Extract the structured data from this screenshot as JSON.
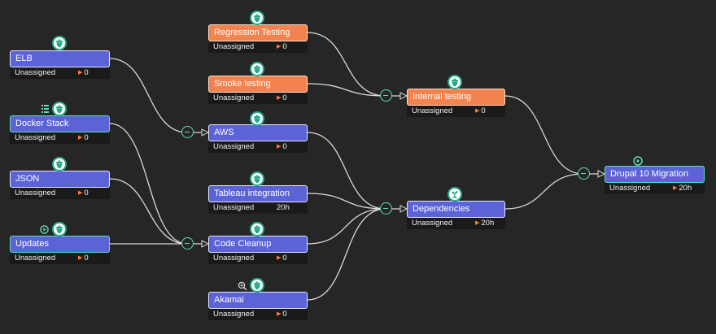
{
  "nodes": {
    "elb": {
      "title": "ELB",
      "assignee": "Unassigned",
      "estimate": "0",
      "estimate_marker": "▶",
      "status_icon": "acorn-icon"
    },
    "docker": {
      "title": "Docker Stack",
      "assignee": "Unassigned",
      "estimate": "0",
      "estimate_marker": "▶",
      "status_icon": "acorn-icon",
      "extra_icon": "list-icon"
    },
    "json": {
      "title": "JSON",
      "assignee": "Unassigned",
      "estimate": "0",
      "estimate_marker": "▶",
      "status_icon": "acorn-icon"
    },
    "updates": {
      "title": "Updates",
      "assignee": "Unassigned",
      "estimate": "0",
      "estimate_marker": "▶",
      "status_icon": "acorn-icon",
      "extra_icon": "play-icon"
    },
    "regression": {
      "title": "Regression Testing",
      "assignee": "Unassigned",
      "estimate": "0",
      "estimate_marker": "▶",
      "status_icon": "acorn-icon"
    },
    "smoke": {
      "title": "Smoke testing",
      "assignee": "Unassigned",
      "estimate": "0",
      "estimate_marker": "▶",
      "status_icon": "acorn-icon"
    },
    "aws": {
      "title": "AWS",
      "assignee": "Unassigned",
      "estimate": "0",
      "estimate_marker": "▶",
      "status_icon": "acorn-icon"
    },
    "tableau": {
      "title": "Tableau integration",
      "assignee": "Unassigned",
      "estimate": "20h",
      "status_icon": "acorn-icon"
    },
    "codecleanup": {
      "title": "Code Cleanup",
      "assignee": "Unassigned",
      "estimate": "0",
      "estimate_marker": "▶",
      "status_icon": "acorn-icon"
    },
    "akamai": {
      "title": "Akamai",
      "assignee": "Unassigned",
      "estimate": "0",
      "estimate_marker": "▶",
      "status_icon": "acorn-icon",
      "extra_icon": "search-icon"
    },
    "internal": {
      "title": "Internal testing",
      "assignee": "Unassigned",
      "estimate": "0",
      "estimate_marker": "▶",
      "status_icon": "acorn-icon"
    },
    "dependencies": {
      "title": "Dependencies",
      "assignee": "Unassigned",
      "estimate": "20h",
      "estimate_marker": "▶",
      "status_icon": "sprout-icon"
    },
    "drupal": {
      "title": "Drupal 10 Migration",
      "assignee": "Unassigned",
      "estimate": "20h",
      "estimate_marker": "▶",
      "status_icon": "play-icon"
    }
  },
  "colors": {
    "task": "#5b63d6",
    "testing": "#f2834f",
    "edge": "#d9d9d9",
    "junction": "#5fdcb8",
    "badge": "#26a98a",
    "background": "#262626"
  }
}
